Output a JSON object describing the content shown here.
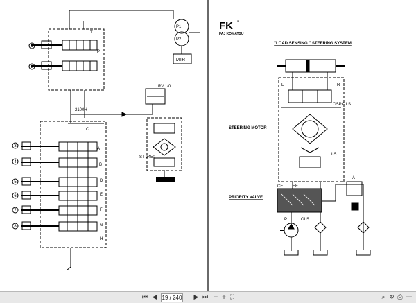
{
  "left_page": {
    "circled_labels": [
      "1",
      "2",
      "3",
      "4",
      "5",
      "6",
      "7",
      "8"
    ],
    "pump_labels": [
      "P1",
      "P2"
    ],
    "motor_box_label": "MTR",
    "small_labels": [
      "T",
      "P",
      "A",
      "B",
      "C",
      "D",
      "E",
      "F",
      "G",
      "H"
    ],
    "valve_ref": "ST-3450",
    "relief_ref": "RV 1/0",
    "code_label": "2100H"
  },
  "right_page": {
    "logo_text": "FK",
    "logo_subtitle": "FAJ KOMATSU",
    "title": "\"LOAD SENSING \" STEERING SYSTEM",
    "labels": {
      "steering_motor": "STEERING MOTOR",
      "priority_valve": "PRIORITY VALVE",
      "l": "L",
      "r": "R",
      "ospc_ls": "OSPC LS",
      "ls": "LS",
      "cf": "CF",
      "ef": "EF",
      "a": "A",
      "ols": "OLS",
      "p": "P"
    }
  },
  "toolbar": {
    "first_icon": "⏮",
    "prev_icon": "◀",
    "page_current": "19 / 240",
    "next_icon": "▶",
    "last_icon": "⏭",
    "zoom_out_icon": "−",
    "zoom_in_icon": "+",
    "fit_icon": "⛶",
    "search_icon": "⌕",
    "rotate_icon": "↻",
    "print_icon": "⎙",
    "more_icon": "⋯"
  }
}
